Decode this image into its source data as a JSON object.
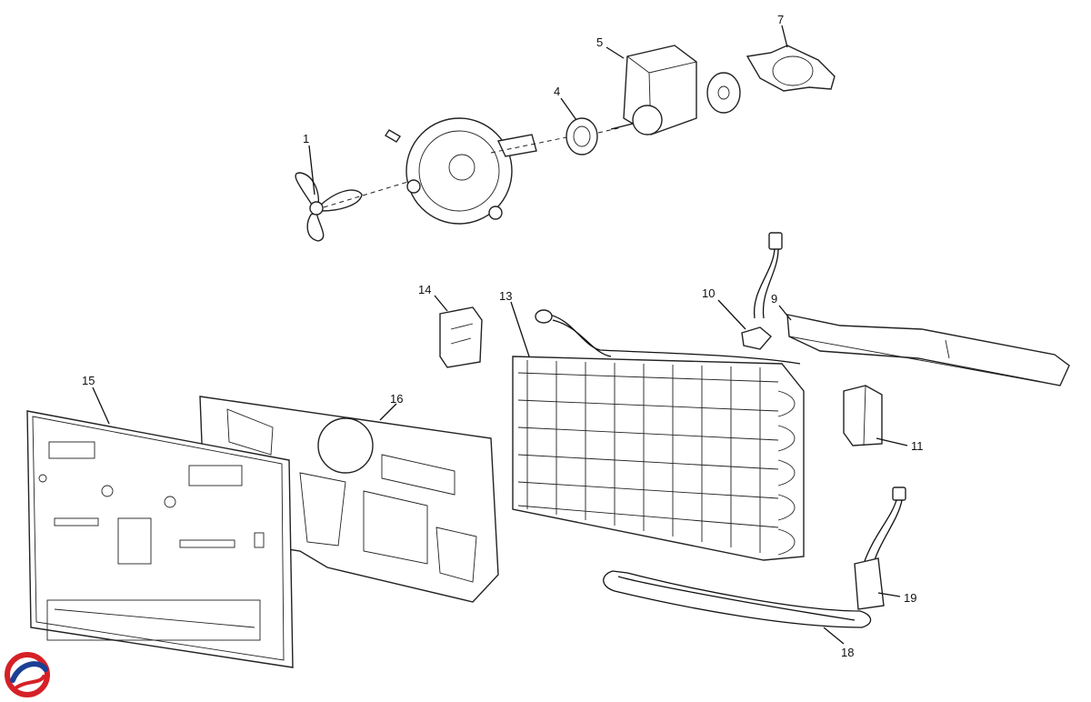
{
  "callouts": [
    {
      "id": "1",
      "text": "1"
    },
    {
      "id": "4",
      "text": "4"
    },
    {
      "id": "5",
      "text": "5"
    },
    {
      "id": "7",
      "text": "7"
    },
    {
      "id": "9",
      "text": "9"
    },
    {
      "id": "10",
      "text": "10"
    },
    {
      "id": "11",
      "text": "11"
    },
    {
      "id": "13",
      "text": "13"
    },
    {
      "id": "14",
      "text": "14"
    },
    {
      "id": "15",
      "text": "15"
    },
    {
      "id": "16",
      "text": "16"
    },
    {
      "id": "18",
      "text": "18"
    },
    {
      "id": "19",
      "text": "19"
    }
  ],
  "colors": {
    "line": "#222222",
    "logo_red": "#d62027",
    "logo_blue": "#1b3f94"
  }
}
